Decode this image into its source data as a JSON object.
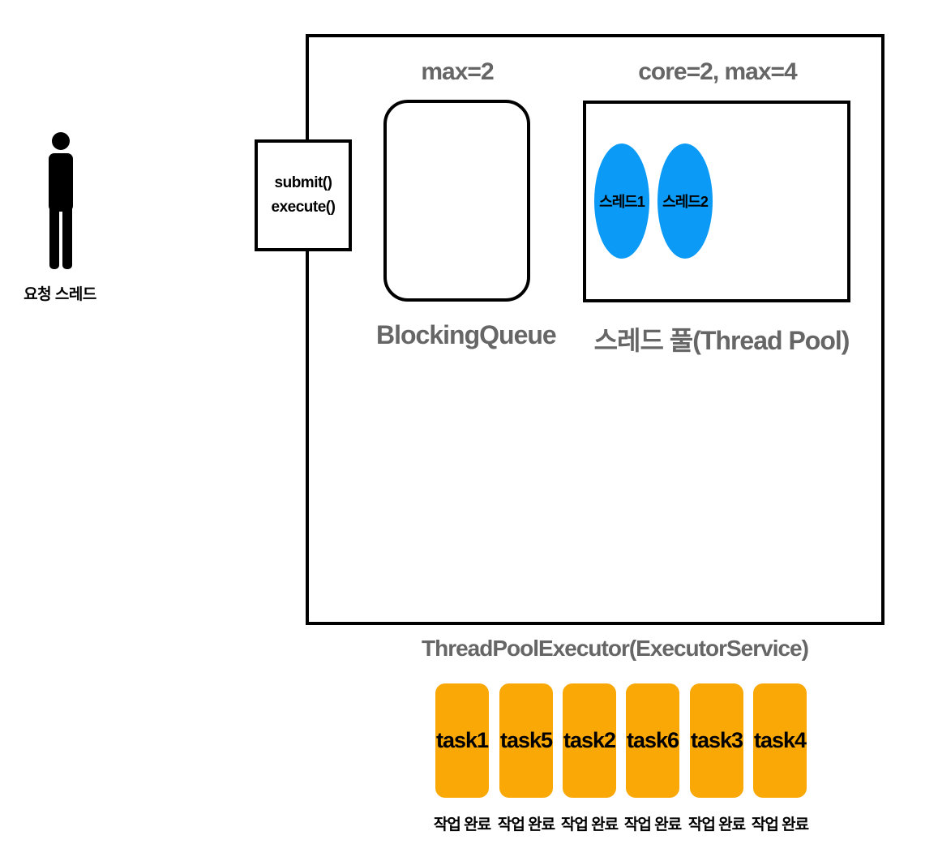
{
  "requester": {
    "label": "요청 스레드",
    "icon": "person-icon"
  },
  "executor": {
    "label": "ThreadPoolExecutor(ExecutorService)",
    "methods": [
      "submit()",
      "execute()"
    ]
  },
  "queue": {
    "capacity_label": "max=2",
    "label": "BlockingQueue"
  },
  "thread_pool": {
    "capacity_label": "core=2, max=4",
    "label": "스레드 풀(Thread Pool)",
    "threads": [
      "스레드1",
      "스레드2"
    ],
    "thread_color": "#0b9bf6"
  },
  "tasks": [
    {
      "name": "task1",
      "status": "작업 완료"
    },
    {
      "name": "task5",
      "status": "작업 완료"
    },
    {
      "name": "task2",
      "status": "작업 완료"
    },
    {
      "name": "task6",
      "status": "작업 완료"
    },
    {
      "name": "task3",
      "status": "작업 완료"
    },
    {
      "name": "task4",
      "status": "작업 완료"
    }
  ],
  "colors": {
    "task": "#f9a806",
    "caption": "#666666"
  }
}
